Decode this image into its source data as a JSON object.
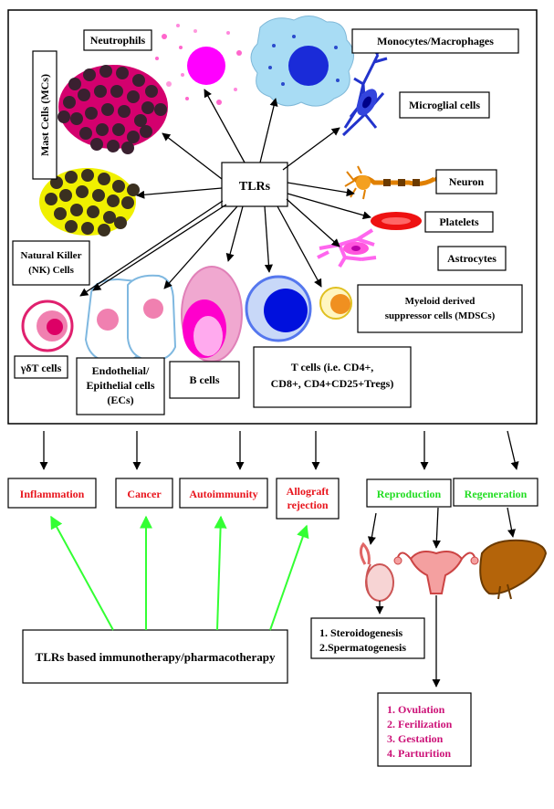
{
  "hub": {
    "label": "TLRs"
  },
  "cells": {
    "neutrophils": "Neutrophils",
    "monocytes": "Monocytes/Macrophages",
    "microglial": "Microglial cells",
    "mast": "Mast Cells (MCs)",
    "neuron": "Neuron",
    "platelets": "Platelets",
    "astrocytes": "Astrocytes",
    "nk_line1": "Natural Killer",
    "nk_line2": "(NK) Cells",
    "mdsc_line1": "Myeloid derived",
    "mdsc_line2": "suppressor cells (MDSCs)",
    "gdt": "γδT cells",
    "endo_line1": "Endothelial/",
    "endo_line2": "Epithelial cells",
    "endo_line3": "(ECs)",
    "bcells": "B cells",
    "tcells_line1": "T cells (i.e. CD4+,",
    "tcells_line2": "CD8+, CD4+CD25+Tregs)"
  },
  "outcomes": {
    "inflammation": "Inflammation",
    "cancer": "Cancer",
    "autoimmunity": "Autoimmunity",
    "allograft_line1": "Allograft",
    "allograft_line2": "rejection",
    "reproduction": "Reproduction",
    "regeneration": "Regeneration"
  },
  "therapy": {
    "label": "TLRs based immunotherapy/pharmacotherapy"
  },
  "testis_effects": [
    "1. Steroidogenesis",
    "2.Spermatogenesis"
  ],
  "uterus_effects": [
    "1. Ovulation",
    "2. Ferilization",
    "3. Gestation",
    "4. Parturition"
  ],
  "colors": {
    "outcome_red": "#e8141c",
    "outcome_green": "#22dd22",
    "arrow_green": "#33ff33",
    "effect_magenta": "#cc1177"
  }
}
